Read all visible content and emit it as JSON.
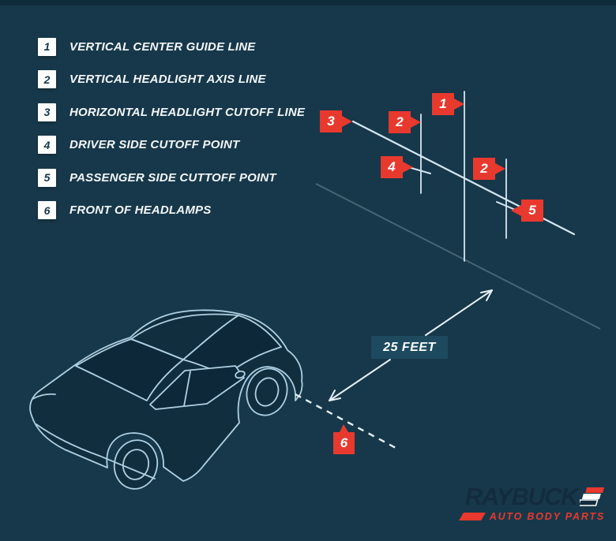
{
  "colors": {
    "background": "#17384a",
    "top_bar": "#0f2c3d",
    "accent_red": "#e8392e",
    "line_light": "#d5e7f2",
    "label_box": "#1e4a5f",
    "logo_navy": "#132c3d",
    "badge_white": "#ffffff"
  },
  "legend": {
    "items": [
      {
        "num": "1",
        "label": "VERTICAL CENTER GUIDE LINE"
      },
      {
        "num": "2",
        "label": "VERTICAL HEADLIGHT AXIS LINE"
      },
      {
        "num": "3",
        "label": "HORIZONTAL HEADLIGHT CUTOFF LINE"
      },
      {
        "num": "4",
        "label": "DRIVER SIDE CUTOFF POINT"
      },
      {
        "num": "5",
        "label": "PASSENGER SIDE CUTTOFF POINT"
      },
      {
        "num": "6",
        "label": "FRONT OF HEADLAMPS"
      }
    ]
  },
  "markers": [
    {
      "num": "1"
    },
    {
      "num": "2"
    },
    {
      "num": "3"
    },
    {
      "num": "4"
    },
    {
      "num": "2"
    },
    {
      "num": "5"
    },
    {
      "num": "6"
    }
  ],
  "measurement": {
    "label": "25 FEET"
  },
  "logo": {
    "brand": "RAYBUCK",
    "tagline": "AUTO BODY PARTS"
  }
}
